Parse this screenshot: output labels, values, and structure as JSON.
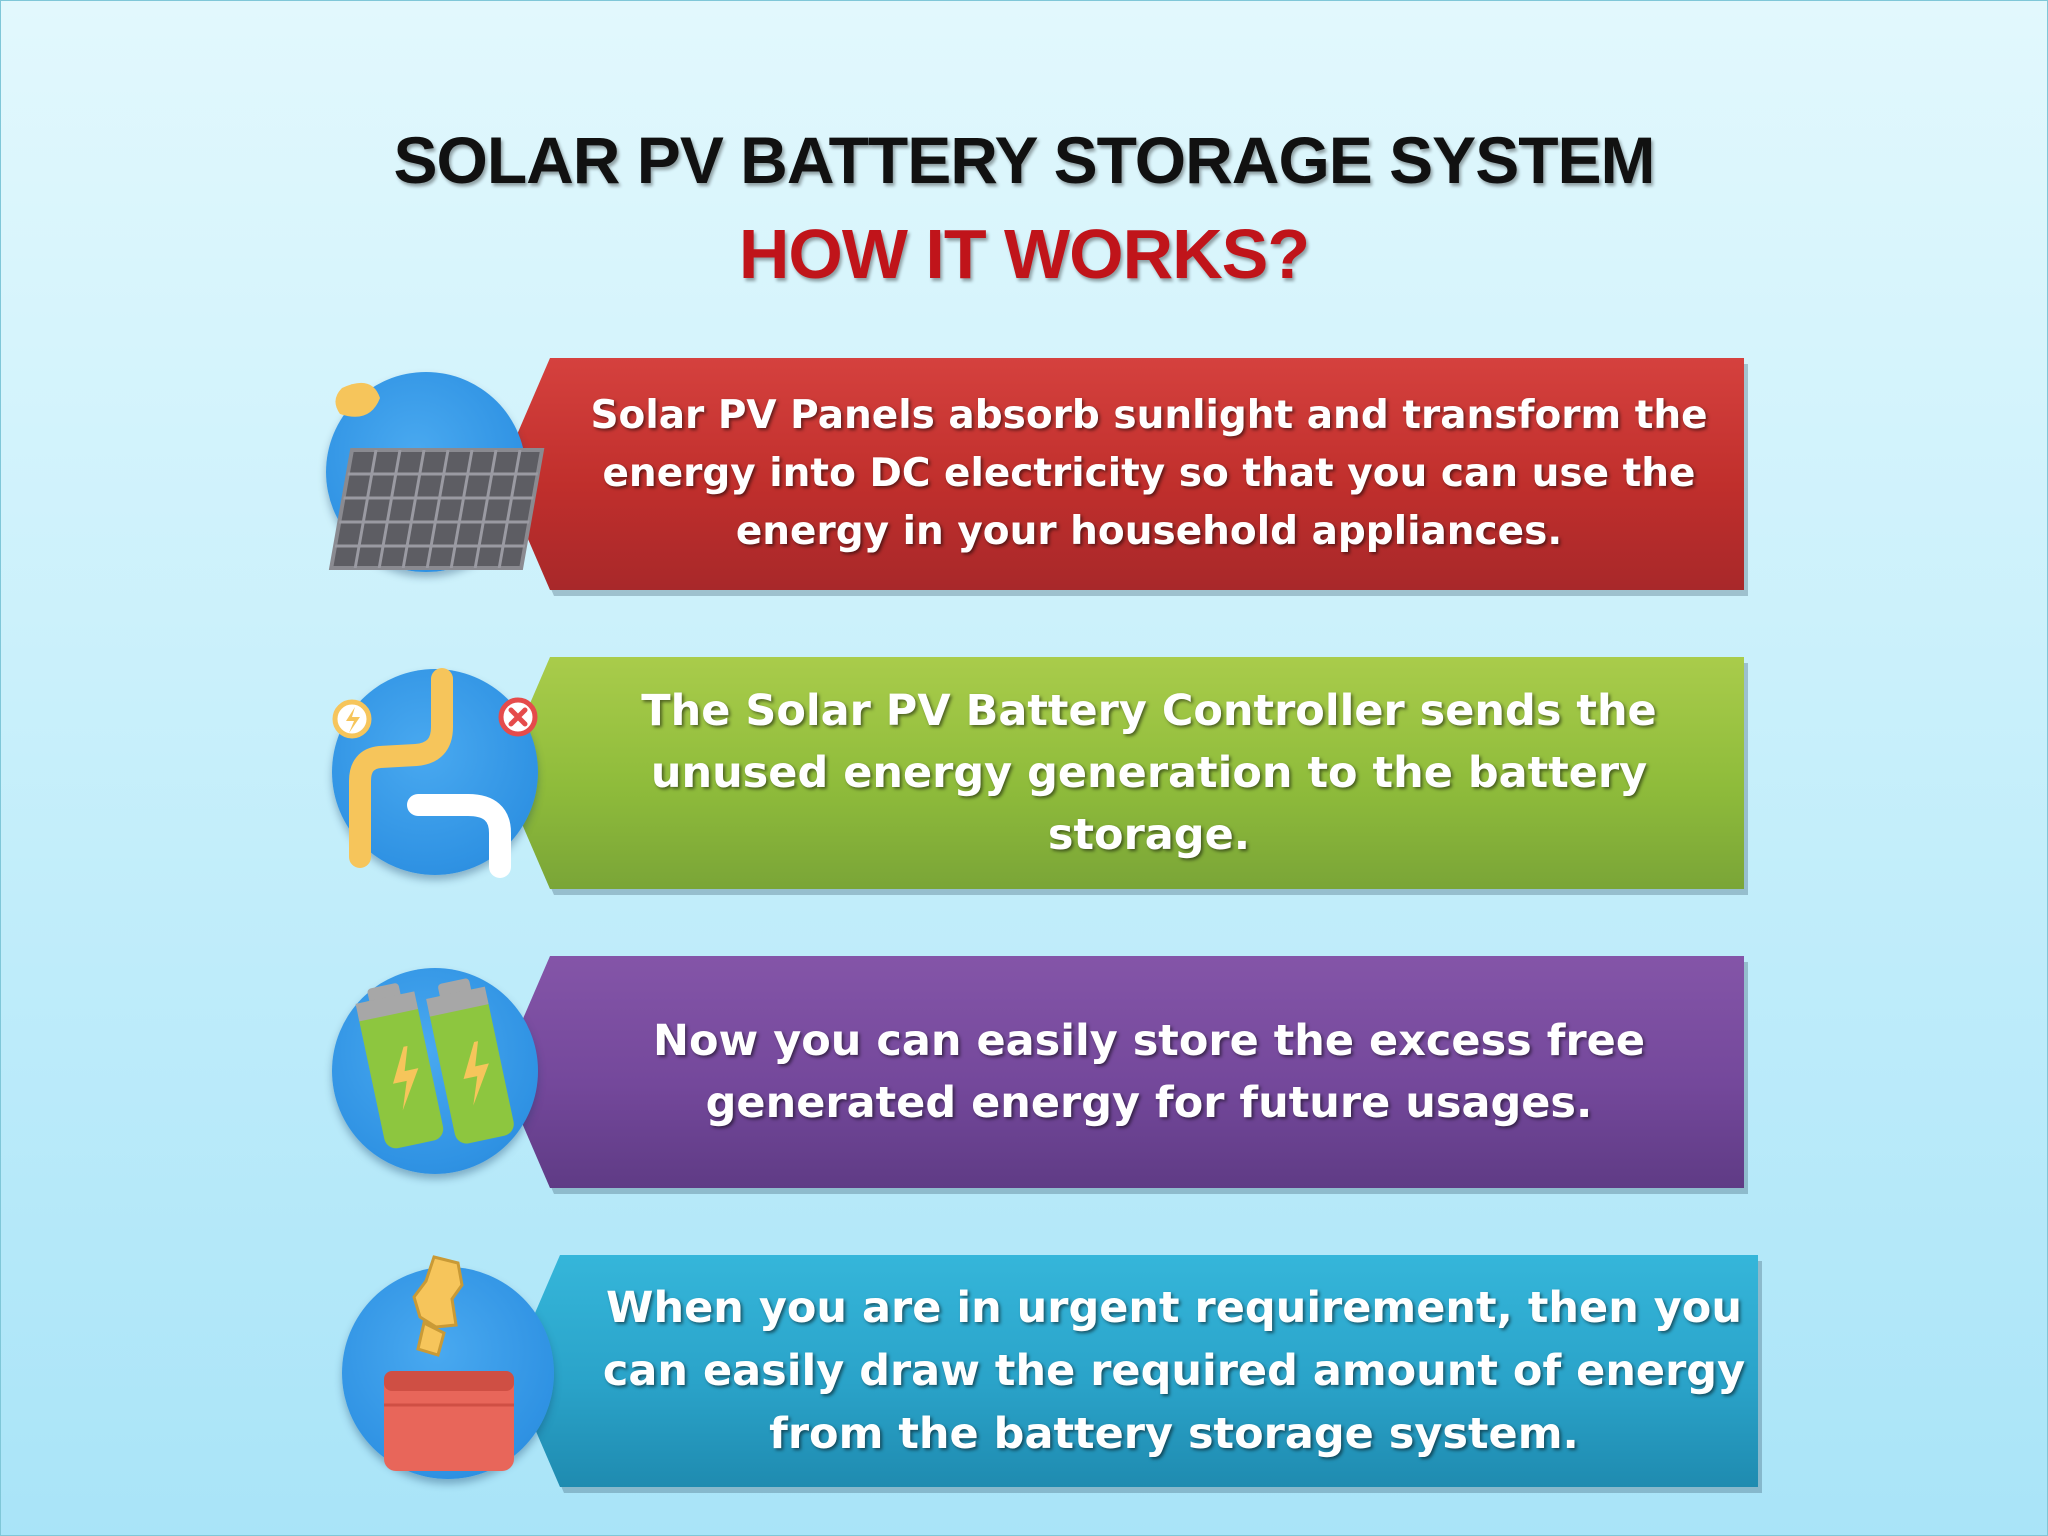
{
  "title": "SOLAR PV BATTERY STORAGE SYSTEM",
  "subtitle": "HOW IT WORKS?",
  "colors": {
    "title": "#111111",
    "subtitle": "#c0141a",
    "step_1": "#c9332f",
    "step_2": "#95c13f",
    "step_3": "#774a9e",
    "step_4": "#2ea8cf",
    "icon_circle": "#2f92e3"
  },
  "steps": [
    {
      "icon": "solar-panel-icon",
      "text": "Solar PV Panels absorb sunlight and transform the energy into DC electricity so that you can use the energy in your household appliances."
    },
    {
      "icon": "battery-controller-icon",
      "text": "The Solar PV Battery Controller sends the unused energy generation to the battery storage."
    },
    {
      "icon": "battery-storage-icon",
      "text": "Now you can easily store the excess free generated energy for future usages."
    },
    {
      "icon": "energy-draw-icon",
      "text": "When you are in urgent requirement, then you can easily draw the required amount of energy from the battery storage system."
    }
  ]
}
